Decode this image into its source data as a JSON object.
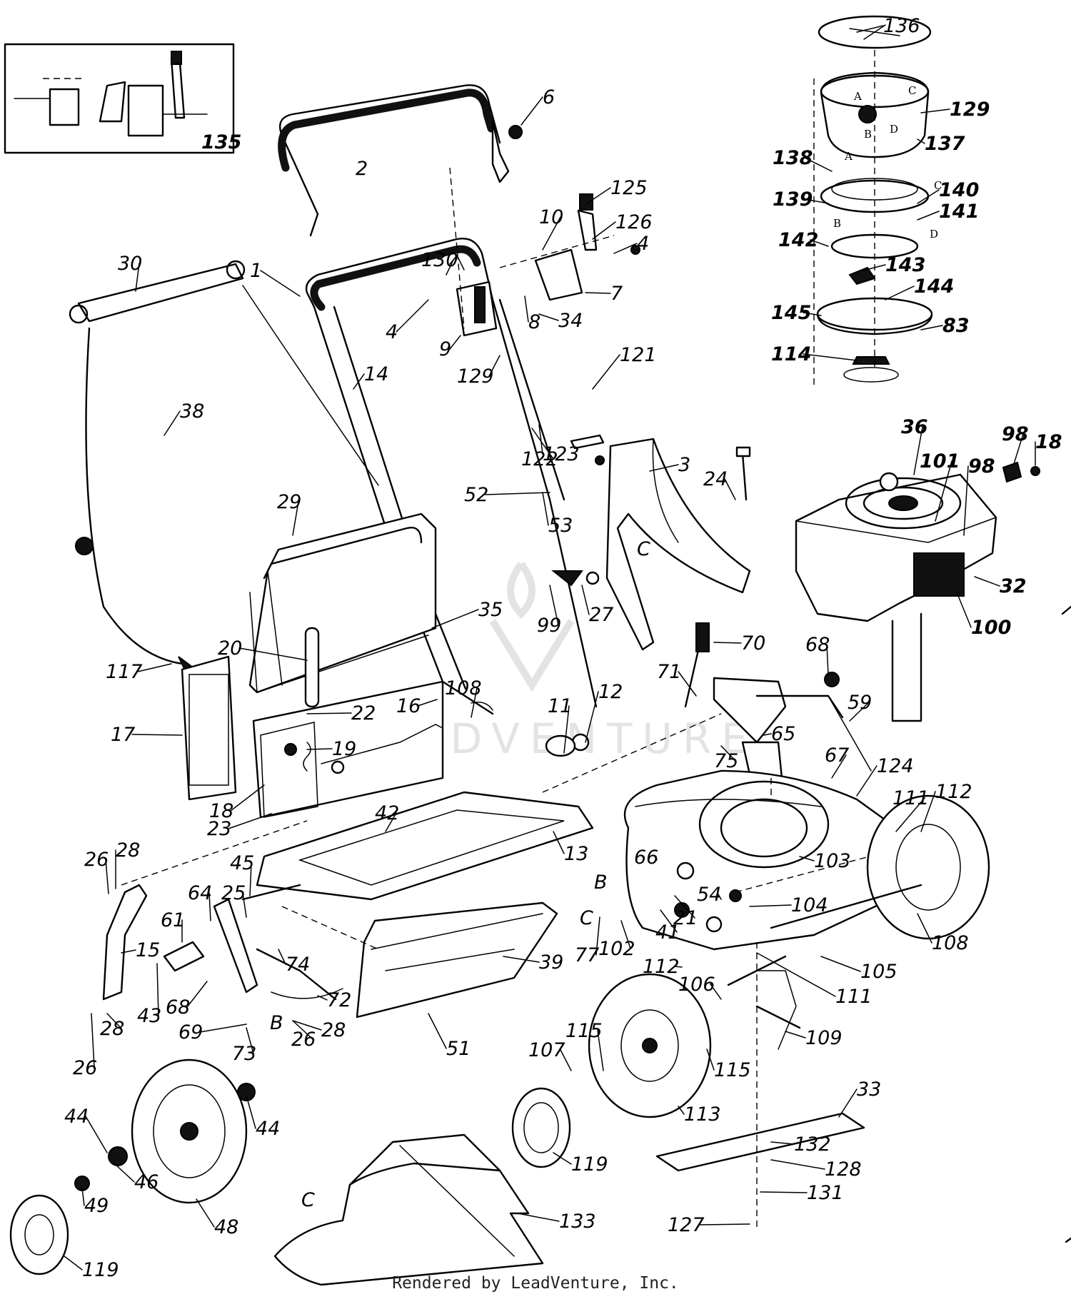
{
  "watermark": "LEADVENTURE",
  "footer": "Rendered by LeadVenture, Inc.",
  "callouts": [
    {
      "id": "136",
      "t": "136"
    },
    {
      "id": "129a",
      "t": "129"
    },
    {
      "id": "137",
      "t": "137"
    },
    {
      "id": "138",
      "t": "138"
    },
    {
      "id": "139",
      "t": "139"
    },
    {
      "id": "140",
      "t": "140"
    },
    {
      "id": "141",
      "t": "141"
    },
    {
      "id": "142",
      "t": "142"
    },
    {
      "id": "143",
      "t": "143"
    },
    {
      "id": "144",
      "t": "144"
    },
    {
      "id": "145",
      "t": "145"
    },
    {
      "id": "83",
      "t": "83"
    },
    {
      "id": "114",
      "t": "114"
    },
    {
      "id": "135",
      "t": "135"
    },
    {
      "id": "6",
      "t": "6"
    },
    {
      "id": "2",
      "t": "2"
    },
    {
      "id": "125",
      "t": "125"
    },
    {
      "id": "126",
      "t": "126"
    },
    {
      "id": "10",
      "t": "10"
    },
    {
      "id": "4a",
      "t": "4"
    },
    {
      "id": "130",
      "t": "130"
    },
    {
      "id": "1",
      "t": "1"
    },
    {
      "id": "30",
      "t": "30"
    },
    {
      "id": "7",
      "t": "7"
    },
    {
      "id": "8",
      "t": "8"
    },
    {
      "id": "34",
      "t": "34"
    },
    {
      "id": "4b",
      "t": "4"
    },
    {
      "id": "9",
      "t": "9"
    },
    {
      "id": "129b",
      "t": "129"
    },
    {
      "id": "14",
      "t": "14"
    },
    {
      "id": "121",
      "t": "121"
    },
    {
      "id": "38",
      "t": "38"
    },
    {
      "id": "122",
      "t": "122"
    },
    {
      "id": "123",
      "t": "123"
    },
    {
      "id": "36",
      "t": "36"
    },
    {
      "id": "98a",
      "t": "98"
    },
    {
      "id": "18a",
      "t": "18"
    },
    {
      "id": "101",
      "t": "101"
    },
    {
      "id": "98b",
      "t": "98"
    },
    {
      "id": "3",
      "t": "3"
    },
    {
      "id": "24",
      "t": "24"
    },
    {
      "id": "52",
      "t": "52"
    },
    {
      "id": "53",
      "t": "53"
    },
    {
      "id": "29",
      "t": "29"
    },
    {
      "id": "32",
      "t": "32"
    },
    {
      "id": "100",
      "t": "100"
    },
    {
      "id": "99",
      "t": "99"
    },
    {
      "id": "27",
      "t": "27"
    },
    {
      "id": "35",
      "t": "35"
    },
    {
      "id": "70",
      "t": "70"
    },
    {
      "id": "20",
      "t": "20"
    },
    {
      "id": "68a",
      "t": "68"
    },
    {
      "id": "117",
      "t": "117"
    },
    {
      "id": "71",
      "t": "71"
    },
    {
      "id": "108a",
      "t": "108"
    },
    {
      "id": "16",
      "t": "16"
    },
    {
      "id": "11",
      "t": "11"
    },
    {
      "id": "12",
      "t": "12"
    },
    {
      "id": "59",
      "t": "59"
    },
    {
      "id": "22",
      "t": "22"
    },
    {
      "id": "17",
      "t": "17"
    },
    {
      "id": "19",
      "t": "19"
    },
    {
      "id": "65",
      "t": "65"
    },
    {
      "id": "75",
      "t": "75"
    },
    {
      "id": "67",
      "t": "67"
    },
    {
      "id": "124",
      "t": "124"
    },
    {
      "id": "18b",
      "t": "18"
    },
    {
      "id": "23",
      "t": "23"
    },
    {
      "id": "42",
      "t": "42"
    },
    {
      "id": "111a",
      "t": "111"
    },
    {
      "id": "112a",
      "t": "112"
    },
    {
      "id": "13",
      "t": "13"
    },
    {
      "id": "26a",
      "t": "26"
    },
    {
      "id": "28a",
      "t": "28"
    },
    {
      "id": "66",
      "t": "66"
    },
    {
      "id": "103",
      "t": "103"
    },
    {
      "id": "45",
      "t": "45"
    },
    {
      "id": "64",
      "t": "64"
    },
    {
      "id": "25",
      "t": "25"
    },
    {
      "id": "54",
      "t": "54"
    },
    {
      "id": "104",
      "t": "104"
    },
    {
      "id": "21",
      "t": "21"
    },
    {
      "id": "61",
      "t": "61"
    },
    {
      "id": "41",
      "t": "41"
    },
    {
      "id": "108b",
      "t": "108"
    },
    {
      "id": "15",
      "t": "15"
    },
    {
      "id": "77",
      "t": "77"
    },
    {
      "id": "102",
      "t": "102"
    },
    {
      "id": "39",
      "t": "39"
    },
    {
      "id": "74",
      "t": "74"
    },
    {
      "id": "112b",
      "t": "112"
    },
    {
      "id": "105",
      "t": "105"
    },
    {
      "id": "43",
      "t": "43"
    },
    {
      "id": "68b",
      "t": "68"
    },
    {
      "id": "72",
      "t": "72"
    },
    {
      "id": "106",
      "t": "106"
    },
    {
      "id": "111b",
      "t": "111"
    },
    {
      "id": "28b",
      "t": "28"
    },
    {
      "id": "69",
      "t": "69"
    },
    {
      "id": "28c",
      "t": "28"
    },
    {
      "id": "26b",
      "t": "26"
    },
    {
      "id": "109",
      "t": "109"
    },
    {
      "id": "73",
      "t": "73"
    },
    {
      "id": "51",
      "t": "51"
    },
    {
      "id": "115a",
      "t": "115"
    },
    {
      "id": "107",
      "t": "107"
    },
    {
      "id": "26c",
      "t": "26"
    },
    {
      "id": "115b",
      "t": "115"
    },
    {
      "id": "33",
      "t": "33"
    },
    {
      "id": "44a",
      "t": "44"
    },
    {
      "id": "113",
      "t": "113"
    },
    {
      "id": "44b",
      "t": "44"
    },
    {
      "id": "132",
      "t": "132"
    },
    {
      "id": "128",
      "t": "128"
    },
    {
      "id": "119a",
      "t": "119"
    },
    {
      "id": "46",
      "t": "46"
    },
    {
      "id": "49",
      "t": "49"
    },
    {
      "id": "131",
      "t": "131"
    },
    {
      "id": "48",
      "t": "48"
    },
    {
      "id": "133",
      "t": "133"
    },
    {
      "id": "127",
      "t": "127"
    },
    {
      "id": "119b",
      "t": "119"
    }
  ],
  "ref_letters": [
    {
      "id": "C1",
      "t": "C"
    },
    {
      "id": "B1",
      "t": "B"
    },
    {
      "id": "C2",
      "t": "C"
    },
    {
      "id": "B2",
      "t": "B"
    },
    {
      "id": "C3",
      "t": "C"
    }
  ],
  "blower_letters": [
    {
      "id": "A1",
      "t": "A"
    },
    {
      "id": "C4",
      "t": "C"
    },
    {
      "id": "B3",
      "t": "B"
    },
    {
      "id": "D1",
      "t": "D"
    },
    {
      "id": "A2",
      "t": "A"
    },
    {
      "id": "C5",
      "t": "C"
    },
    {
      "id": "B4",
      "t": "B"
    },
    {
      "id": "D2",
      "t": "D"
    }
  ]
}
